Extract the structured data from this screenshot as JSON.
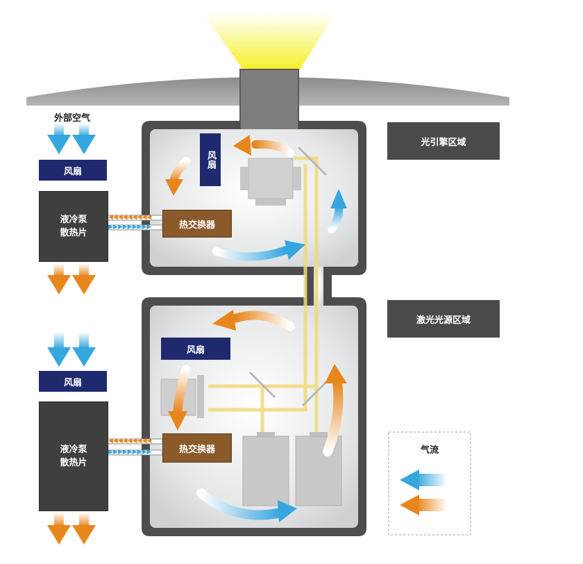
{
  "labels": {
    "outside_air": "外部空气",
    "fan": "风扇",
    "radiator": "液冷泵\n散热片",
    "heat_exchanger": "热交换器",
    "engine_zone": "光引擎区域",
    "laser_zone": "激光光源区域",
    "airflow": "气流"
  },
  "colors": {
    "cool_air": "#3aa8e0",
    "warm_air": "#e8861e",
    "light_path": "#f2d97a",
    "housing": "#4d4d4d",
    "fan": "#1f2a6e",
    "heat_exchanger": "#8a5a2b",
    "zone_label": "#4a4a4a",
    "lamp": "#f5ef2a"
  }
}
